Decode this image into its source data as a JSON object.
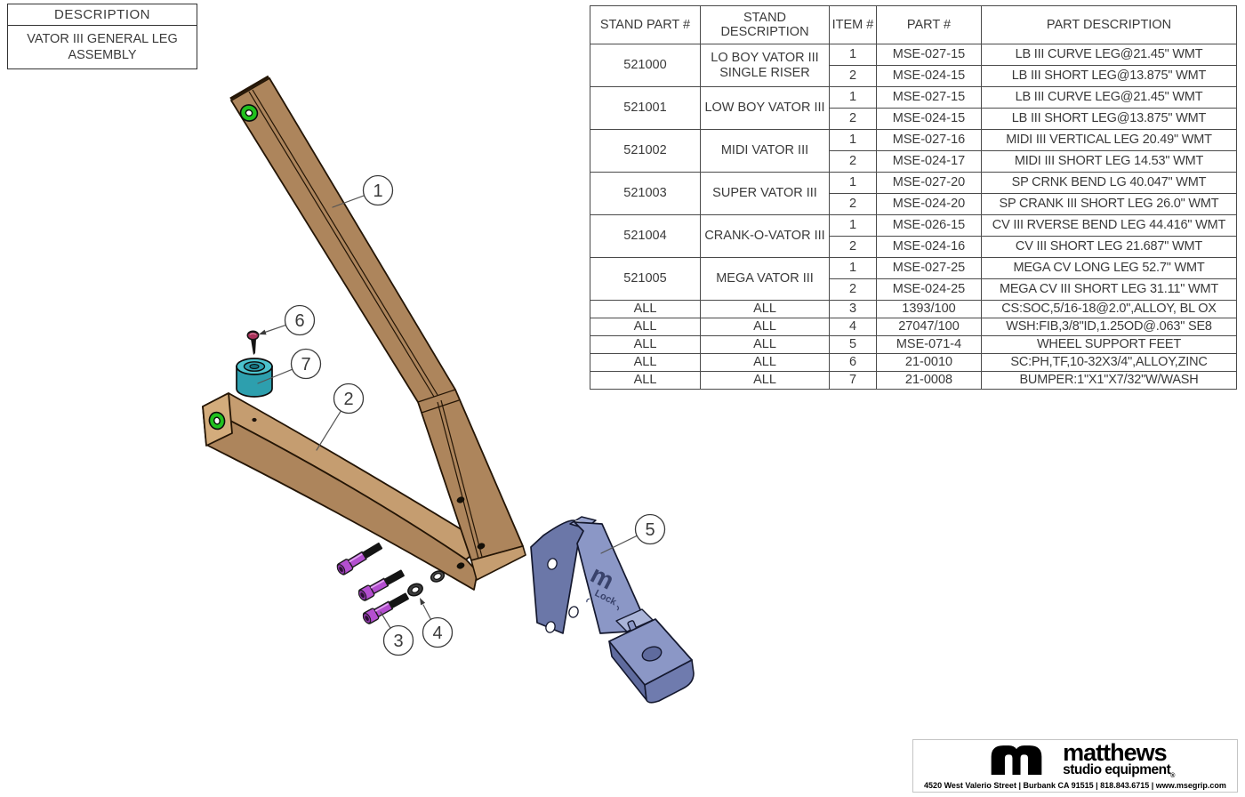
{
  "description_box": {
    "header": "DESCRIPTION",
    "value": "VATOR III GENERAL LEG ASSEMBLY"
  },
  "parts_table": {
    "headers": [
      "STAND PART #",
      "STAND DESCRIPTION",
      "ITEM #",
      "PART #",
      "PART DESCRIPTION"
    ],
    "groups": [
      {
        "stand_part": "521000",
        "stand_description": "LO BOY VATOR III SINGLE RISER",
        "items": [
          {
            "item": "1",
            "part": "MSE-027-15",
            "part_description": "LB III CURVE LEG@21.45\" WMT"
          },
          {
            "item": "2",
            "part": "MSE-024-15",
            "part_description": "LB III SHORT LEG@13.875\" WMT"
          }
        ]
      },
      {
        "stand_part": "521001",
        "stand_description": "LOW BOY VATOR III",
        "items": [
          {
            "item": "1",
            "part": "MSE-027-15",
            "part_description": "LB III CURVE LEG@21.45\" WMT"
          },
          {
            "item": "2",
            "part": "MSE-024-15",
            "part_description": "LB III SHORT LEG@13.875\" WMT"
          }
        ]
      },
      {
        "stand_part": "521002",
        "stand_description": "MIDI VATOR III",
        "items": [
          {
            "item": "1",
            "part": "MSE-027-16",
            "part_description": "MIDI III VERTICAL LEG 20.49\" WMT"
          },
          {
            "item": "2",
            "part": "MSE-024-17",
            "part_description": "MIDI III SHORT LEG 14.53\" WMT"
          }
        ]
      },
      {
        "stand_part": "521003",
        "stand_description": "SUPER VATOR III",
        "items": [
          {
            "item": "1",
            "part": "MSE-027-20",
            "part_description": "SP CRNK BEND LG 40.047\" WMT"
          },
          {
            "item": "2",
            "part": "MSE-024-20",
            "part_description": "SP CRANK III SHORT LEG 26.0\" WMT"
          }
        ]
      },
      {
        "stand_part": "521004",
        "stand_description": "CRANK-O-VATOR III",
        "items": [
          {
            "item": "1",
            "part": "MSE-026-15",
            "part_description": "CV III RVERSE BEND LEG 44.416\" WMT"
          },
          {
            "item": "2",
            "part": "MSE-024-16",
            "part_description": "CV III SHORT LEG 21.687\" WMT"
          }
        ]
      },
      {
        "stand_part": "521005",
        "stand_description": "MEGA VATOR III",
        "items": [
          {
            "item": "1",
            "part": "MSE-027-25",
            "part_description": "MEGA CV LONG LEG 52.7\" WMT"
          },
          {
            "item": "2",
            "part": "MSE-024-25",
            "part_description": "MEGA CV III SHORT LEG 31.11\" WMT"
          }
        ]
      }
    ],
    "all_rows": [
      {
        "stand_part": "ALL",
        "stand_description": "ALL",
        "item": "3",
        "part": "1393/100",
        "part_description": "CS:SOC,5/16-18@2.0\",ALLOY, BL OX"
      },
      {
        "stand_part": "ALL",
        "stand_description": "ALL",
        "item": "4",
        "part": "27047/100",
        "part_description": "WSH:FIB,3/8\"ID,1.25OD@.063\" SE8"
      },
      {
        "stand_part": "ALL",
        "stand_description": "ALL",
        "item": "5",
        "part": "MSE-071-4",
        "part_description": "WHEEL SUPPORT FEET"
      },
      {
        "stand_part": "ALL",
        "stand_description": "ALL",
        "item": "6",
        "part": "21-0010",
        "part_description": "SC:PH,TF,10-32X3/4\",ALLOY,ZINC"
      },
      {
        "stand_part": "ALL",
        "stand_description": "ALL",
        "item": "7",
        "part": "21-0008",
        "part_description": "BUMPER:1\"X1\"X7/32\"W/WASH"
      }
    ]
  },
  "diagram": {
    "callouts": [
      {
        "label": "1"
      },
      {
        "label": "2"
      },
      {
        "label": "3"
      },
      {
        "label": "4"
      },
      {
        "label": "5"
      },
      {
        "label": "6"
      },
      {
        "label": "7"
      }
    ],
    "foot_logo": {
      "m": "m",
      "lock": "Lock"
    }
  },
  "logo": {
    "brand": "matthews",
    "subtitle": "studio equipment",
    "registered": "®",
    "address": "4520 West Valerio Street   |   Burbank CA 91515   |   818.843.6715   |   www.msegrip.com"
  },
  "colors": {
    "leg_front": "#ad855c",
    "leg_top": "#c59d70",
    "leg_end": "#d3ac7c",
    "grommet_green": "#21c11e",
    "screw_purple": "#b44fd0",
    "bumper_teal": "#2d9fae",
    "bumper_top": "#4cc3cd",
    "foot_face": "#8b97c6",
    "foot_side": "#6b77a8",
    "foot_dark": "#5f6b9e",
    "table_border": "#4a4a4a"
  }
}
